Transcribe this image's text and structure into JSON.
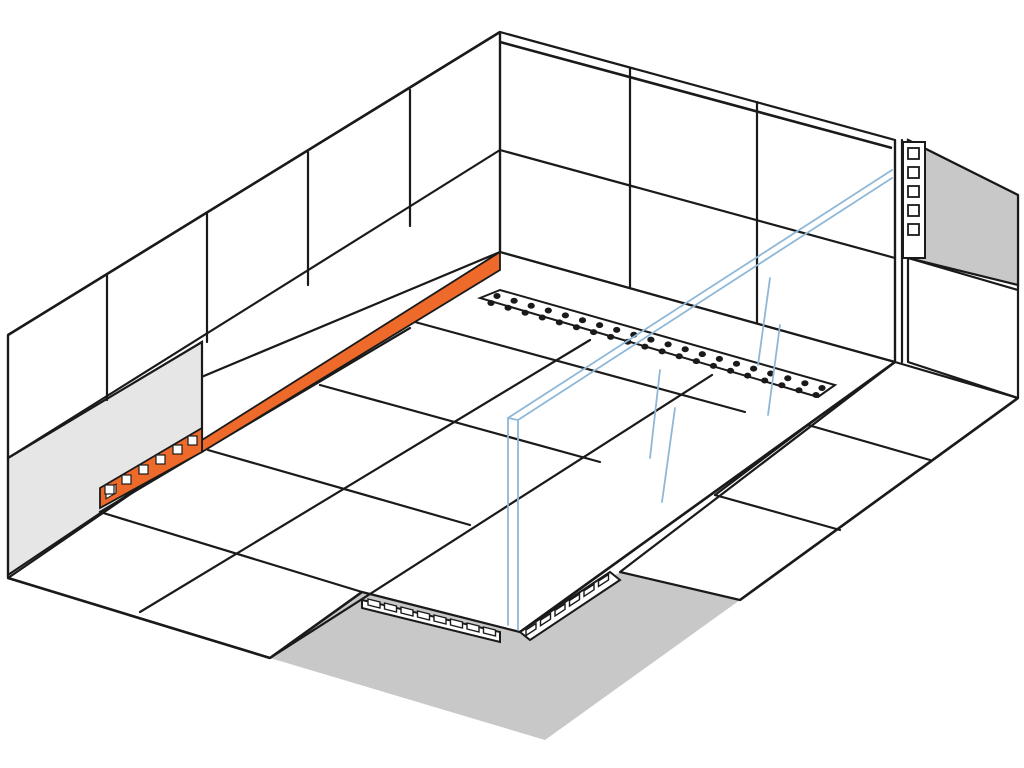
{
  "diagram": {
    "subject": "isometric-bathroom-walk-in-shower",
    "colors": {
      "background": "#ffffff",
      "outline": "#1a1a1a",
      "tile_face": "#ffffff",
      "substrate_grey": "#c8c8c8",
      "substrate_light": "#e6e6e6",
      "profile_accent": "#ee6a2a",
      "glass_panel": "#8fb8d8",
      "drain_holes": "#1a1a1a"
    },
    "components": [
      {
        "id": "back-wall",
        "icon": "wall-tiles-icon"
      },
      {
        "id": "left-wall",
        "icon": "wall-tiles-icon"
      },
      {
        "id": "right-wall",
        "icon": "wall-tiles-icon"
      },
      {
        "id": "floor-tiles",
        "icon": "floor-tiles-icon"
      },
      {
        "id": "sloped-floor-profile",
        "icon": "orange-profile-icon",
        "highlighted": true
      },
      {
        "id": "linear-drain",
        "icon": "drain-grate-icon"
      },
      {
        "id": "glass-shower-screen",
        "icon": "glass-panel-icon"
      },
      {
        "id": "edge-profile-front",
        "icon": "edge-profile-icon"
      },
      {
        "id": "edge-profile-side",
        "icon": "edge-profile-icon"
      },
      {
        "id": "wall-corner-profile",
        "icon": "edge-profile-icon"
      }
    ]
  }
}
